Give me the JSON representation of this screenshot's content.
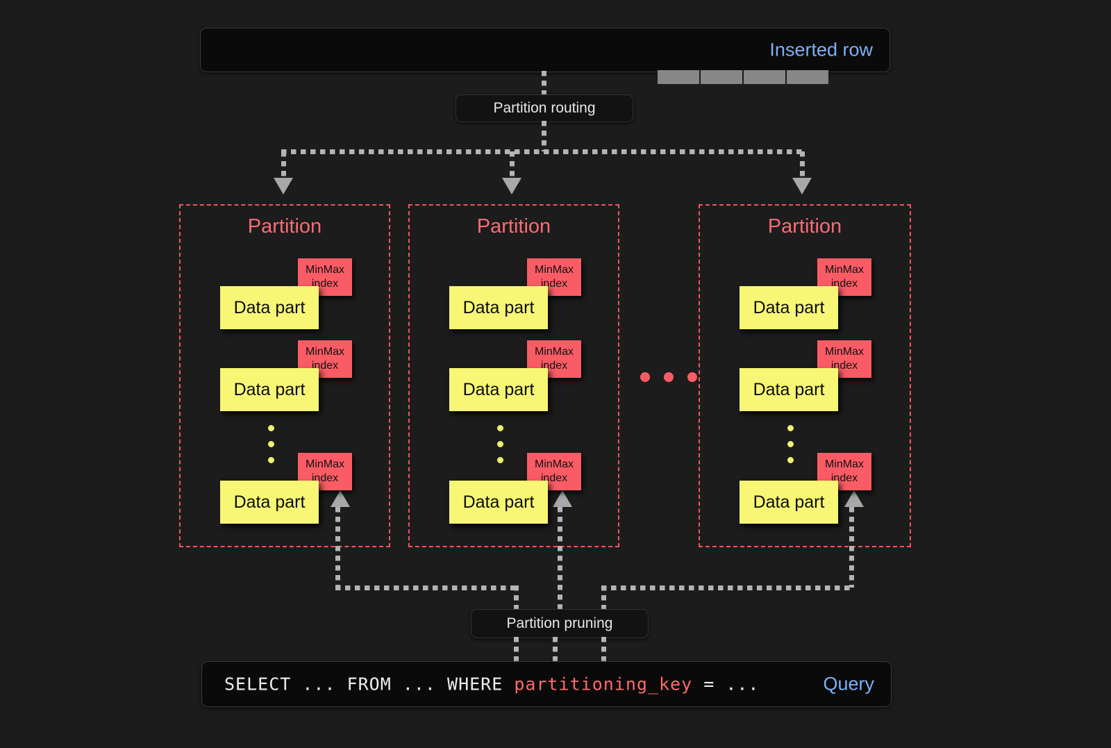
{
  "diagram": {
    "title": "Partitioning and partition pruning",
    "background": "#1c1c1c"
  },
  "top_bar": {
    "label": "Inserted row",
    "label_color": "#7FAFF5",
    "cells": [
      "",
      "",
      "",
      ""
    ],
    "cell_color": "#878787"
  },
  "routing": {
    "label": "Partition routing"
  },
  "partitions": [
    {
      "title": "Partition",
      "parts": [
        {
          "data_label": "Data part",
          "index_line1": "MinMax",
          "index_line2": "index"
        },
        {
          "data_label": "Data part",
          "index_line1": "MinMax",
          "index_line2": "index"
        },
        {
          "data_label": "Data part",
          "index_line1": "MinMax",
          "index_line2": "index"
        }
      ],
      "ellipsis": "vertical"
    },
    {
      "title": "Partition",
      "parts": [
        {
          "data_label": "Data part",
          "index_line1": "MinMax",
          "index_line2": "index"
        },
        {
          "data_label": "Data part",
          "index_line1": "MinMax",
          "index_line2": "index"
        },
        {
          "data_label": "Data part",
          "index_line1": "MinMax",
          "index_line2": "index"
        }
      ],
      "ellipsis": "vertical"
    },
    {
      "title": "Partition",
      "parts": [
        {
          "data_label": "Data part",
          "index_line1": "MinMax",
          "index_line2": "index"
        },
        {
          "data_label": "Data part",
          "index_line1": "MinMax",
          "index_line2": "index"
        },
        {
          "data_label": "Data part",
          "index_line1": "MinMax",
          "index_line2": "index"
        }
      ],
      "ellipsis": "vertical"
    }
  ],
  "between_partitions_ellipsis": "...",
  "pruning": {
    "label": "Partition pruning"
  },
  "bottom_bar": {
    "label": "Query",
    "label_color": "#7FAFF5",
    "query_prefix": "SELECT ... FROM ... WHERE ",
    "query_keyword": "partitioning_key",
    "query_suffix": " = ...",
    "keyword_color": "#ff6b6b"
  },
  "colors": {
    "partition_border": "#f0555f",
    "partition_title": "#fb6b74",
    "data_part_fill": "#f7f775",
    "minmax_fill": "#fa5c66",
    "connector": "#b4b4b4",
    "bar_fill": "#0a0a0a"
  }
}
